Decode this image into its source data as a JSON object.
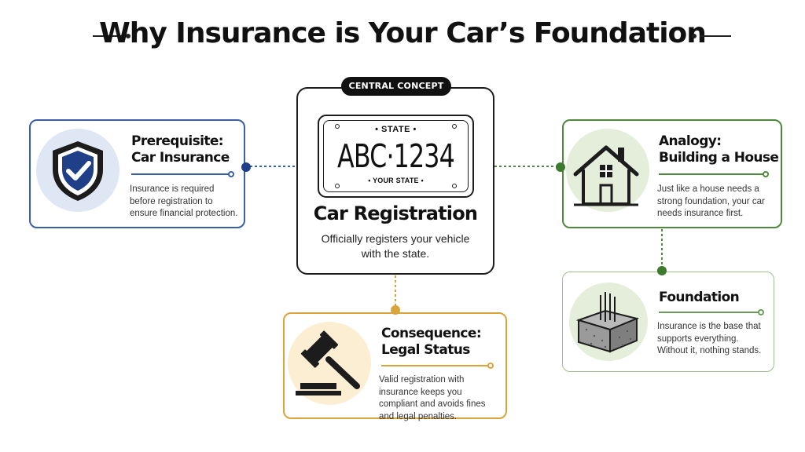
{
  "title": "Why Insurance is Your Car’s Foundation",
  "center": {
    "badge": "CENTRAL CONCEPT",
    "plate_top": "•  STATE  •",
    "plate_number": "ABC·1234",
    "plate_bottom": "•  YOUR STATE  •",
    "title": "Car Registration",
    "text": "Officially registers your vehicle with the state."
  },
  "prerequisite": {
    "line1": "Prerequisite:",
    "line2": "Car Insurance",
    "text": "Insurance is required before registration to ensure financial protection.",
    "icon": "shield-check-icon"
  },
  "analogy": {
    "line1": "Analogy:",
    "line2": "Building a House",
    "text": "Just like a house needs a strong foundation, your car needs insurance first.",
    "icon": "house-icon"
  },
  "foundation": {
    "line1": "Foundation",
    "text": "Insurance is the base that supports everything. Without it, nothing stands.",
    "icon": "concrete-block-icon"
  },
  "consequence": {
    "line1": "Consequence:",
    "line2": "Legal Status",
    "text": "Valid registration with insurance keeps you compliant and avoids fines and legal penalties.",
    "icon": "gavel-icon"
  },
  "colors": {
    "blue": "#3a5ea8",
    "green": "#4e8a3c",
    "orange": "#d9a43c",
    "dark": "#1c1c1c"
  }
}
